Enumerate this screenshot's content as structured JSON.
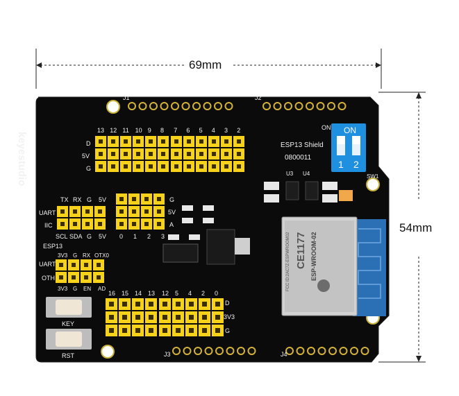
{
  "dimensions": {
    "width_label": "69mm",
    "height_label": "54mm"
  },
  "board": {
    "brand": "keyestudio",
    "header_j1": "J1",
    "header_j2": "J2",
    "header_j3": "J3",
    "header_j4": "J4",
    "digital_top_pins": [
      "13",
      "12",
      "11",
      "10",
      "9",
      "8",
      "7",
      "6",
      "5",
      "4",
      "3",
      "2"
    ],
    "digital_row_labels": [
      "D",
      "5V",
      "G"
    ],
    "shield_title": "ESP13 Shield",
    "shield_code": "0800011",
    "dip_label": "ON",
    "dip_numbers": [
      "1",
      "2"
    ],
    "dip_switch_label": "SW1",
    "u3": "U3",
    "u4": "U4",
    "uart_top_labels": [
      "TX",
      "RX",
      "G",
      "5V"
    ],
    "uart_bottom_labels": [
      "SCL",
      "SDA",
      "G",
      "5V"
    ],
    "uart_label": "UART",
    "iic_label": "IIC",
    "analog_labels": [
      "0",
      "1",
      "2",
      "3"
    ],
    "analog_right_labels": [
      "G",
      "5V",
      "A"
    ],
    "esp13_label": "ESP13",
    "esp13_top_labels": [
      "3V3",
      "G",
      "RX",
      "OTX0"
    ],
    "esp13_bottom_labels": [
      "3V3",
      "G",
      "EN",
      "AD"
    ],
    "esp_uart_label": "UART",
    "esp_oth_label": "OTH",
    "lower_pins": [
      "16",
      "15",
      "14",
      "13",
      "12",
      "5",
      "4",
      "2",
      "0"
    ],
    "lower_row_labels": [
      "D",
      "3V3",
      "G"
    ],
    "key_label": "KEY",
    "rst_label": "RST",
    "module_brand": "CE1177",
    "module_name": "ESP-WROOM-02",
    "module_fcc": "FCC ID:2AC7Z-ESPWROOM02"
  },
  "colors": {
    "pcb": "#0b0b0b",
    "header": "#f7d21a",
    "header_hole": "#3a2d00",
    "dip_blue": "#1f8fe0",
    "module_silver": "#cfcfcf",
    "antenna_blue": "#2b6fb4",
    "silk": "#f2f2f2"
  }
}
